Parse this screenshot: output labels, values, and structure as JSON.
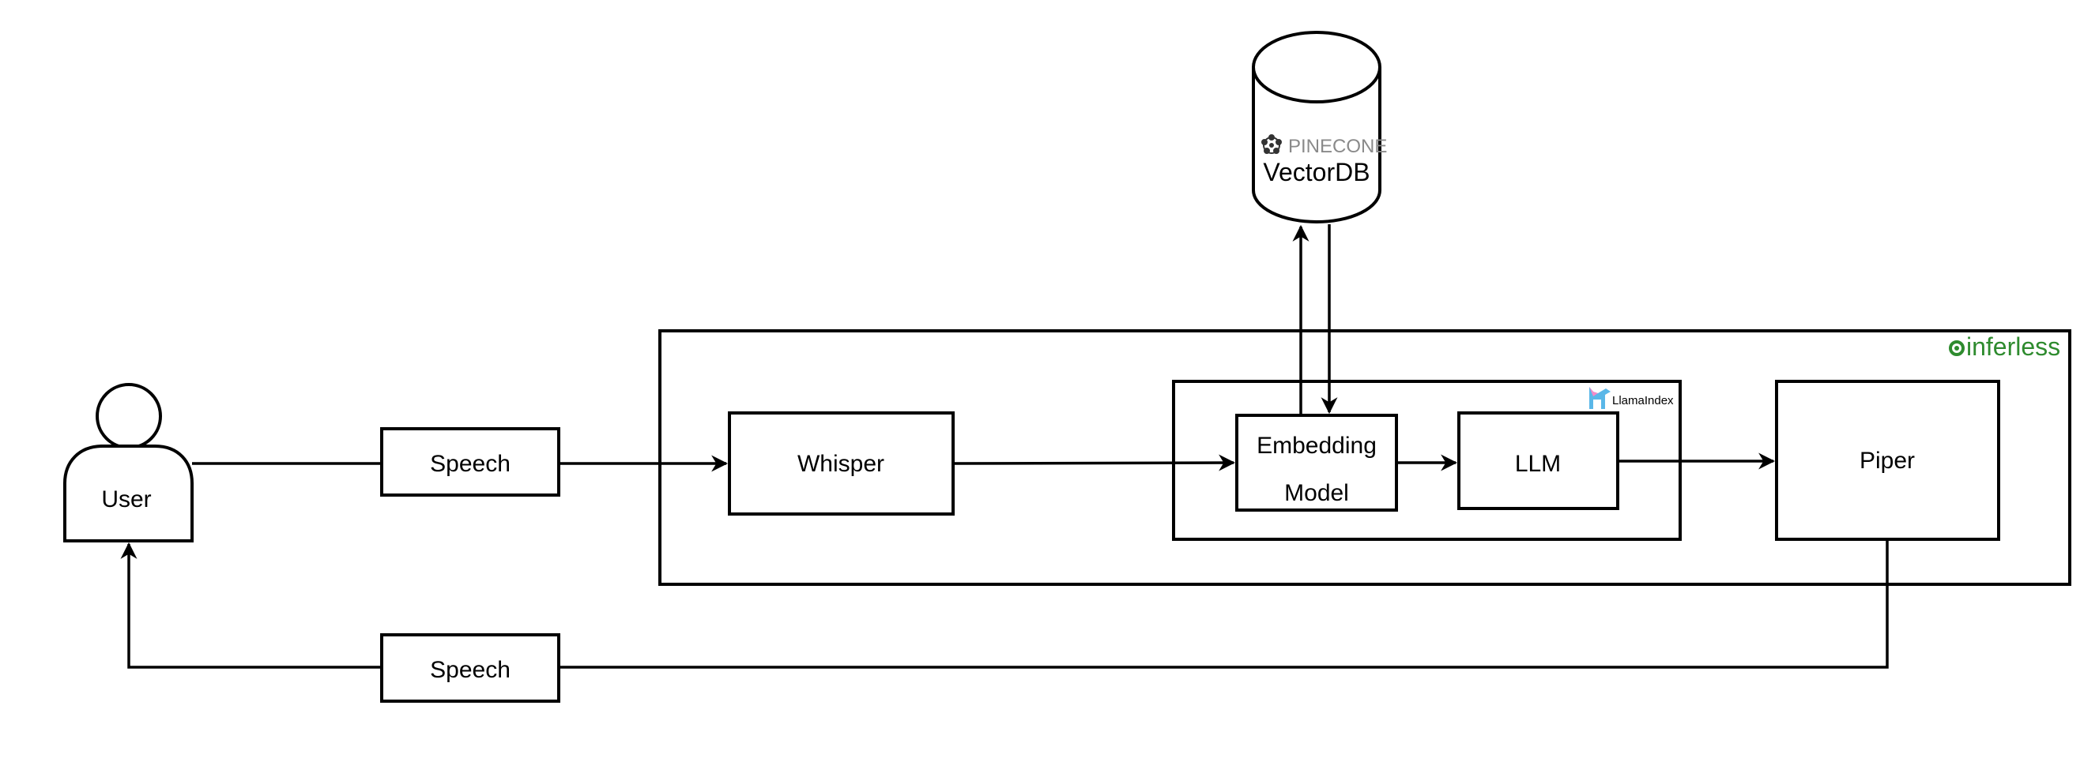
{
  "nodes": {
    "user": "User",
    "speech_in": "Speech",
    "speech_out": "Speech",
    "whisper": "Whisper",
    "embedding_line1": "Embedding",
    "embedding_line2": "Model",
    "llm": "LLM",
    "piper": "Piper",
    "vectordb": "VectorDB"
  },
  "logos": {
    "pinecone": "PINECONE",
    "inferless": "inferless",
    "llamaindex": "LlamaIndex"
  },
  "colors": {
    "line": "#000000",
    "inferless_green": "#2e8b2e",
    "pinecone_gray": "#8a8a8a",
    "llama_pink": "#f48ac8",
    "llama_blue": "#5ab7e8"
  },
  "icons": {
    "user": "person-icon",
    "pinecone": "pinecone-logo-icon",
    "inferless": "inferless-logo-icon",
    "llamaindex": "llamaindex-logo-icon"
  }
}
